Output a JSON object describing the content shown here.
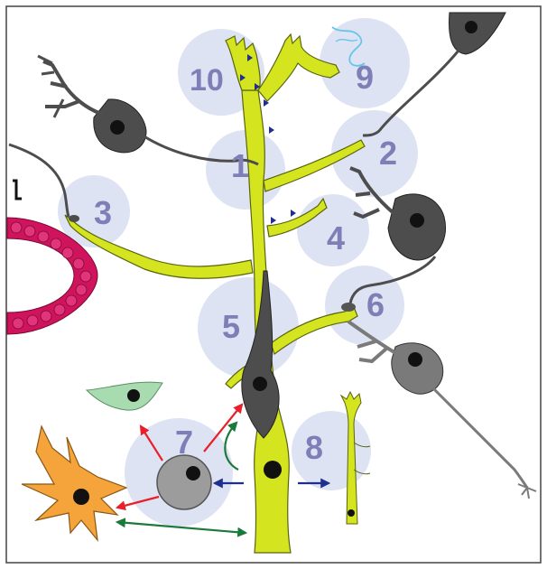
{
  "figure": {
    "region_labels": [
      "1",
      "2",
      "3",
      "4",
      "5",
      "6",
      "7",
      "8",
      "9",
      "10"
    ]
  },
  "colors": {
    "radial_glia": "#d4e51f",
    "radial_glia_stroke": "#5a6410",
    "neuron": "#4d4d4d",
    "neuron_light": "#7a7a7a",
    "region_circle": "#dde3f3",
    "region_number": "#7f7fb8",
    "blood_vessel": "#d0135d",
    "astrocyte": "#f4a43a",
    "migrating_cell": "#a9dbb0",
    "progenitor": "#9c9c9c",
    "arrow_red": "#e8202a",
    "arrow_green": "#1a7a3a",
    "arrow_blue": "#1f2f8f",
    "frame": "#444444"
  }
}
